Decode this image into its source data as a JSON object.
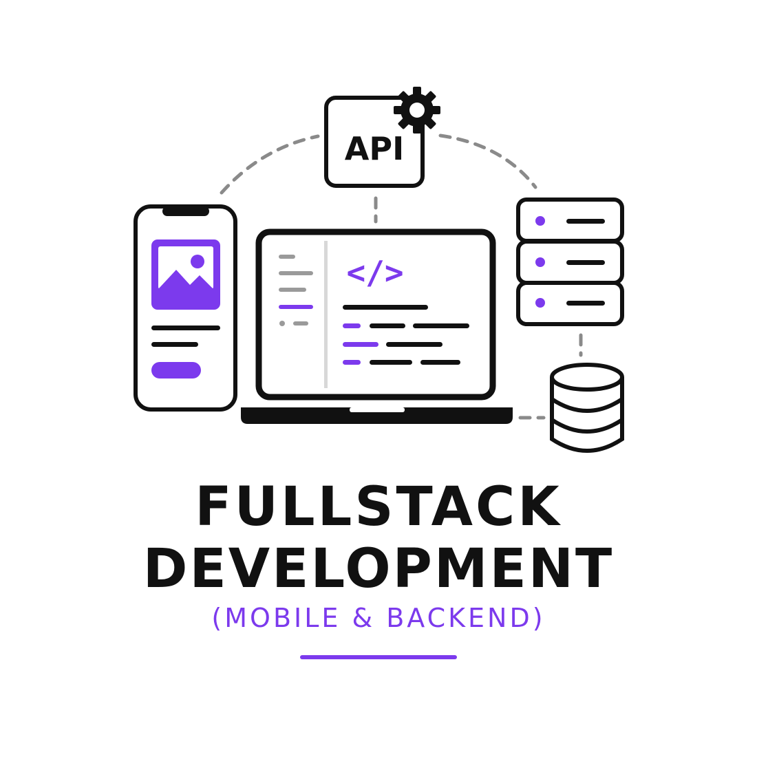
{
  "api_label": "API",
  "code_symbol": "</>",
  "title_line_1": "FULLSTACK",
  "title_line_2": "DEVELOPMENT",
  "subtitle": "(MOBILE & BACKEND)",
  "colors": {
    "accent": "#7c3aed",
    "ink": "#111111",
    "connector": "#8a8a8a",
    "muted": "#9a9a9a",
    "background": "#ffffff"
  },
  "icons": [
    "api-gear-icon",
    "phone-icon",
    "image-icon",
    "laptop-icon",
    "code-icon",
    "server-icon",
    "database-icon"
  ]
}
